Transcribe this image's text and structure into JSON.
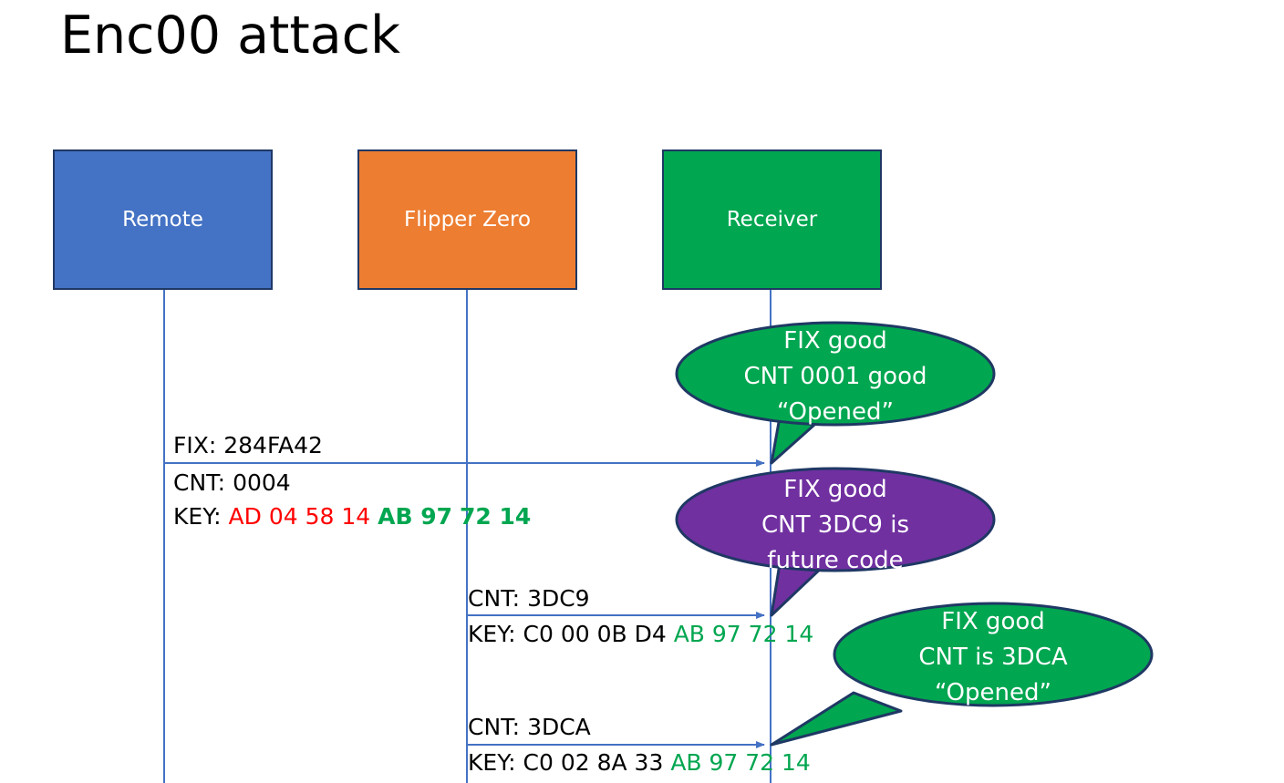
{
  "page": {
    "title": "Enc00 attack",
    "background": "#ffffff"
  },
  "colors": {
    "remote": "#4472C4",
    "flipper": "#ED7D31",
    "receiver": "#00A650",
    "bubble_green": "#00A650",
    "bubble_purple": "#7030A0",
    "border": "#1F3864",
    "lifeline": "#4472C4",
    "key_red": "#FF0000",
    "key_green": "#00A650",
    "text_black": "#000000",
    "text_white": "#FFFFFF"
  },
  "actors": [
    {
      "id": "remote",
      "label": "Remote",
      "fill": "#4472C4"
    },
    {
      "id": "flipper",
      "label": "Flipper Zero",
      "fill": "#ED7D31"
    },
    {
      "id": "receiver",
      "label": "Receiver",
      "fill": "#00A650"
    }
  ],
  "messages": {
    "fix_line": {
      "label": "FIX: ",
      "value": "284FA42"
    },
    "cnt_0004": {
      "label": "CNT: ",
      "value": "0004"
    },
    "key_0004": {
      "label": "KEY: ",
      "red_bytes": "AD 04 58 14",
      "green_bold_bytes": "AB 97",
      "green_bytes": "72 14"
    },
    "cnt_3dc9": {
      "label": "CNT: ",
      "value": "3DC9"
    },
    "key_3dc9": {
      "label": "KEY: ",
      "black_bytes": "C0 00 0B D4",
      "green_bytes": "AB 97 72 14"
    },
    "cnt_3dca": {
      "label": "CNT: ",
      "value": "3DCA"
    },
    "key_3dca": {
      "label": "KEY: ",
      "black_bytes": "C0 02 8A 33",
      "green_bytes": "AB 97 72 14"
    }
  },
  "bubbles": [
    {
      "id": "bubble-receiver-ok-0001",
      "fill": "#00A650",
      "lines": [
        "FIX good",
        "CNT 0001 good",
        "“Opened”"
      ]
    },
    {
      "id": "bubble-receiver-future-code",
      "fill": "#7030A0",
      "lines": [
        "FIX good",
        "CNT 3DC9 is",
        "future code"
      ]
    },
    {
      "id": "bubble-receiver-ok-3dca",
      "fill": "#00A650",
      "lines": [
        "FIX good",
        "CNT is 3DCA",
        "“Opened”"
      ]
    }
  ]
}
